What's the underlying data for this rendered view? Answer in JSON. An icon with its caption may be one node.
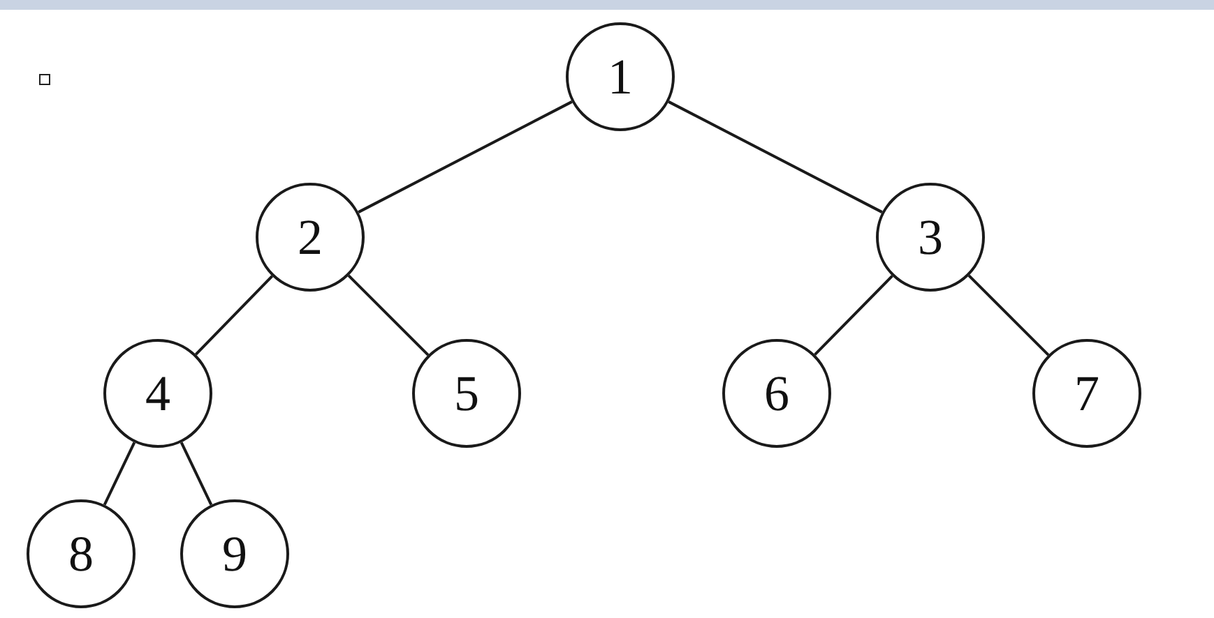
{
  "diagram": {
    "nodes": [
      {
        "text": [
          "1"
        ]
      },
      {
        "text": [
          "2"
        ]
      },
      {
        "text": [
          "3"
        ]
      },
      {
        "text": [
          "4"
        ]
      },
      {
        "text": [
          "5"
        ]
      },
      {
        "text": [
          "6"
        ]
      },
      {
        "text": [
          "7"
        ]
      },
      {
        "text": [
          "8"
        ]
      },
      {
        "text": [
          "9"
        ]
      }
    ],
    "edges": [
      {
        "from": 0,
        "to": 1,
        "arrow": "none"
      },
      {
        "from": 0,
        "to": 2,
        "arrow": "none"
      },
      {
        "from": 1,
        "to": 3,
        "arrow": "none"
      },
      {
        "from": 1,
        "to": 4,
        "arrow": "none"
      },
      {
        "from": 2,
        "to": 5,
        "arrow": "none"
      },
      {
        "from": 2,
        "to": 6,
        "arrow": "none"
      },
      {
        "from": 3,
        "to": 7,
        "arrow": "none"
      },
      {
        "from": 3,
        "to": 8,
        "arrow": "none"
      }
    ]
  }
}
